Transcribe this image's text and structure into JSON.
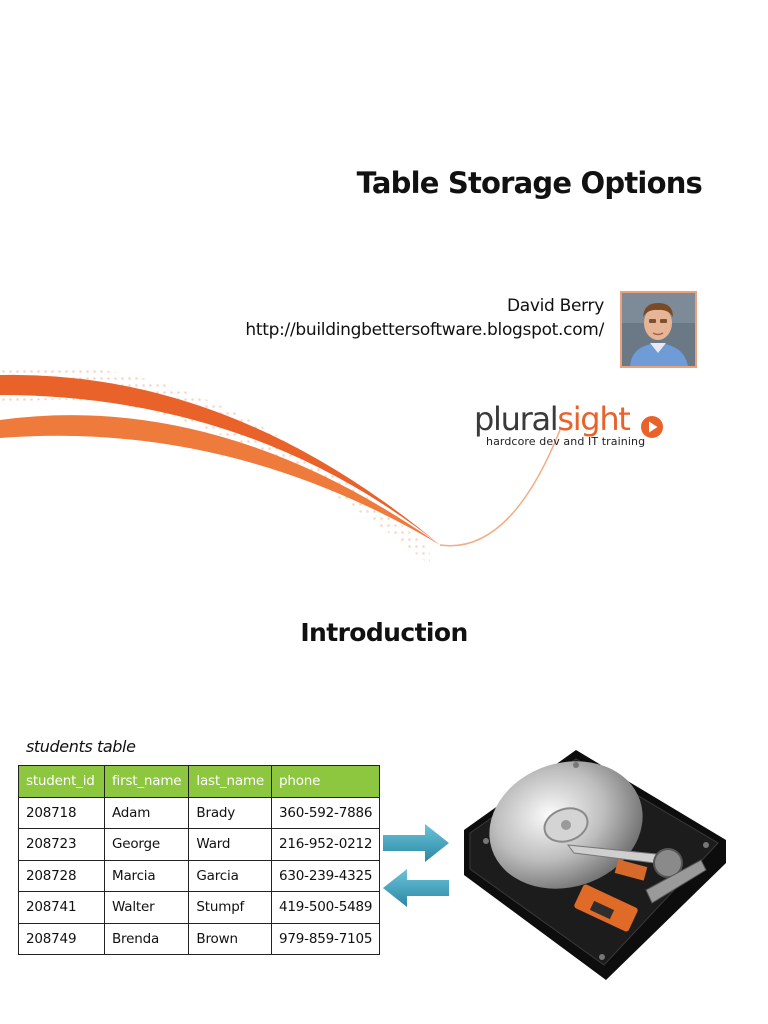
{
  "slide1": {
    "title": "Table Storage Options",
    "author_name": "David Berry",
    "author_url": "http://buildingbettersoftware.blogspot.com/",
    "logo": {
      "name": "pluralsight",
      "tagline": "hardcore dev and IT training"
    },
    "colors": {
      "accent": "#e8622a",
      "logo_text": "#3a3a3a"
    }
  },
  "slide2": {
    "title": "Introduction",
    "caption": "students table",
    "table": {
      "headers": [
        "student_id",
        "first_name",
        "last_name",
        "phone"
      ],
      "rows": [
        [
          "208718",
          "Adam",
          "Brady",
          "360-592-7886"
        ],
        [
          "208723",
          "George",
          "Ward",
          "216-952-0212"
        ],
        [
          "208728",
          "Marcia",
          "Garcia",
          "630-239-4325"
        ],
        [
          "208741",
          "Walter",
          "Stumpf",
          "419-500-5489"
        ],
        [
          "208749",
          "Brenda",
          "Brown",
          "979-859-7105"
        ]
      ]
    },
    "icons": [
      "arrow-right-icon",
      "arrow-left-icon",
      "hard-drive-icon"
    ],
    "colors": {
      "header_green": "#8dc63f",
      "arrow_teal": "#3a9fb8"
    }
  }
}
